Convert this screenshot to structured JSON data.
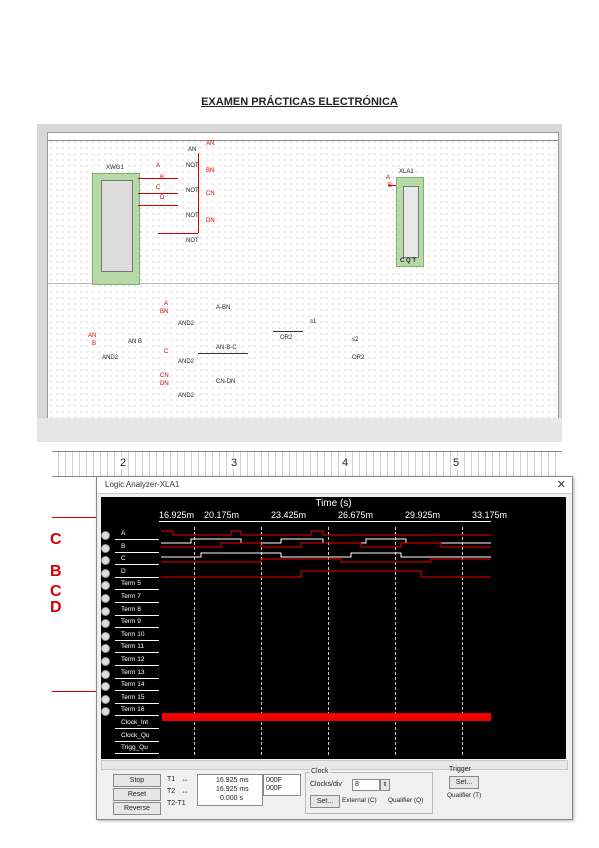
{
  "document": {
    "title": "EXAMEN PRÁCTICAS ELECTRÓNICA"
  },
  "schematic": {
    "xwg_label": "XWG1",
    "xla_label": "XLA1",
    "xla_pins": "C Q T",
    "not_gates": [
      "NOT",
      "NOT",
      "NOT",
      "NOT"
    ],
    "and_gates": [
      "AND2",
      "AND2",
      "AND2",
      "AND2"
    ],
    "or_gates": [
      "OR2",
      "OR2"
    ],
    "nets": {
      "an": "AN",
      "bn": "BN",
      "cn": "CN",
      "dn": "DN",
      "a": "A",
      "b": "B",
      "c": "C",
      "d": "D",
      "a_bn": "A-BN",
      "an_b": "AN B",
      "an_b_c": "AN-B-C",
      "cn_dn": "CN-DN",
      "s1": "s1",
      "s2": "s2"
    }
  },
  "ruler_ticks": [
    "2",
    "3",
    "4",
    "5"
  ],
  "annotations": {
    "letter1": "C",
    "letter2": "B",
    "letter3": "C",
    "letter4": "D"
  },
  "logic_analyzer": {
    "window_title": "Logic Analyzer-XLA1",
    "close_icon": "close-icon",
    "time_axis_label": "Time (s)",
    "time_ticks": [
      "16.925m",
      "20.175m",
      "23.425m",
      "26.675m",
      "29.925m",
      "33.175m"
    ],
    "signals": [
      "A",
      "B",
      "C",
      "D",
      "Term 5",
      "Term 7",
      "Term 8",
      "Term 9",
      "Term 10",
      "Term 11",
      "Term 12",
      "Term 13",
      "Term 14",
      "Term 15",
      "Term 16",
      "Clock_Int",
      "Clock_Qu",
      "Trigg_Qu"
    ],
    "controls": {
      "stop": "Stop",
      "reset": "Reset",
      "reverse": "Reverse",
      "t1": "T1",
      "t2": "T2",
      "t2_t1": "T2-T1",
      "t1_value": "16.925 ms",
      "t2_value": "16.925 ms",
      "t2_t1_value": "0.000 s",
      "t1_hex": "000F",
      "t2_hex": "000F",
      "clock_group": "Clock",
      "clocks_div_label": "Clocks/div",
      "clocks_div_value": "8",
      "set_clock": "Set...",
      "external": "External (C)",
      "qualifier": "Qualifier (Q)",
      "trigger_group": "Trigger",
      "set_trigger": "Set...",
      "trigger_qualifier": "Qualifier (T)"
    }
  },
  "colors": {
    "wire_red": "#d40000",
    "clock_bar": "#f20000",
    "plot_bg": "#000000",
    "component_green": "#b6d9a8"
  }
}
